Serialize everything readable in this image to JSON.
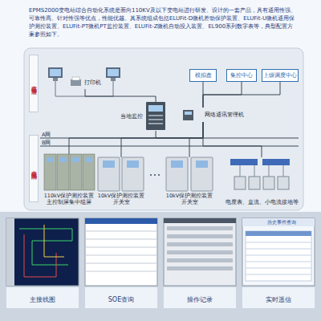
{
  "diagram": {
    "nodes": [
      {
        "text": [
          "变电站管理层"
        ]
      },
      {
        "text": [
          "变电站间隔层"
        ]
      },
      {
        "text": [
          "打印机"
        ]
      },
      {
        "text": [
          "当地监控"
        ]
      },
      {
        "text": [
          "模拟盘"
        ]
      },
      {
        "text": [
          "集控中心"
        ]
      },
      {
        "text": [
          "上级调度中心"
        ]
      },
      {
        "text": [
          "网络通讯管理机"
        ]
      },
      {
        "text": [
          "110kV保护测控装置",
          "主控制屏集中组屏"
        ]
      },
      {
        "text": [
          "10kV保护测控装置",
          "开关室"
        ]
      },
      {
        "text": [
          "10kV保护测控装置",
          "开关室"
        ]
      },
      {
        "text": [
          "电度表、直流、小电流接地等"
        ]
      },
      {
        "text": [
          "主接线图"
        ]
      },
      {
        "text": [
          "SOE查询"
        ]
      },
      {
        "text": [
          "操作记录"
        ]
      },
      {
        "text": [
          "实时遥信"
        ]
      }
    ],
    "edges": [
      {
        "from": 2,
        "to": 3,
        "arrow": "none"
      },
      {
        "from": 7,
        "to": 4,
        "arrow": "none"
      },
      {
        "from": 7,
        "to": 5,
        "arrow": "none"
      },
      {
        "from": 7,
        "to": 6,
        "arrow": "none"
      },
      {
        "from": 3,
        "to": 7,
        "arrow": "none"
      },
      {
        "from": 7,
        "to": 8,
        "arrow": "none"
      },
      {
        "from": 7,
        "to": 9,
        "arrow": "none"
      },
      {
        "from": 7,
        "to": 10,
        "arrow": "none"
      },
      {
        "from": 7,
        "to": 11,
        "arrow": "none"
      }
    ],
    "labels": [
      "EPMS2000变电站综合自动化系统是面向110KV及以下变电站进行研发、设计的一套产品，具有通用性强、可靠性高、针对性强等优点，性能优越。其系统组成包括ELUFit-D微机差动保护装置、ELUFit-U微机通用保护测控装置、ELUFit-PT微机PT监控装置、ELUFit-Z微机自动投入装置、EL900系列数字表等，典型配置方案参照如下。",
      "A网",
      "B网",
      "历史事件查询"
    ]
  }
}
